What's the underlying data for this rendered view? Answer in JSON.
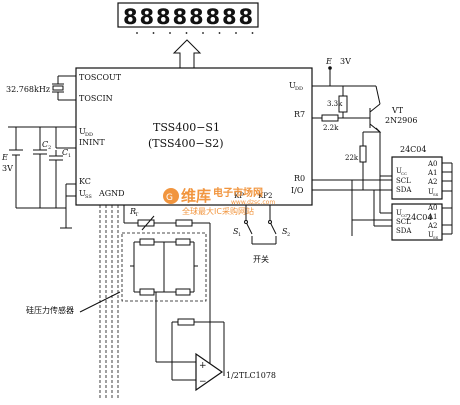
{
  "display": {
    "digits": [
      "8",
      "8",
      "8",
      "8",
      "8",
      "8",
      "8",
      "8"
    ]
  },
  "chip_main": {
    "name_line1": "TSS400−S1",
    "name_line2": "(TSS400−S2)",
    "pins": {
      "toscout": "TOSCOUT",
      "toscin": "TOSCIN",
      "udd_main": "U",
      "udd_main_sub": "DD",
      "inint": "ININT",
      "kc": "KC",
      "uss": "U",
      "uss_sub": "SS",
      "agnd": "AGND",
      "udd_right": "U",
      "udd_right_sub": "DD",
      "r7": "R7",
      "r0": "R0",
      "io": "I/O",
      "kp": "KP",
      "kp2": "KP2"
    }
  },
  "labels": {
    "crystal": "32.768kHz",
    "supply_e": "E",
    "supply_v": "3V",
    "supply_top": "3V",
    "c2": "C",
    "c2_sub": "2",
    "c1": "C",
    "c1_sub": "1",
    "r_33k": "3.3k",
    "r_22k": "2.2k",
    "r_22k_v": "22k",
    "vt": "VT",
    "vt_part": "2N2906",
    "s1": "S",
    "s1_sub": "1",
    "s2": "S",
    "s2_sub": "2",
    "switch": "开关",
    "rt": "R",
    "rt_sub": "T",
    "sensor": "硅压力传感器",
    "opamp": "1/2TLC1078"
  },
  "eeprom1": {
    "title": "24C04",
    "pins": [
      "A0",
      "A1",
      "A2",
      "U",
      "SCL",
      "SDA",
      "U"
    ],
    "subs": [
      "",
      "",
      "",
      "CC",
      "",
      "",
      "SS"
    ]
  },
  "eeprom2": {
    "title": "24C04",
    "pins": [
      "U",
      "A0",
      "A1",
      "SCL",
      "A2",
      "SDA",
      "U"
    ],
    "subs": [
      "CC",
      "",
      "",
      "",
      "",
      "",
      "SS"
    ]
  },
  "watermark": {
    "logo": "维库",
    "brand": "电子市场网",
    "url": "www.dzsc.com",
    "slogan": "全球最大IC采购网站"
  }
}
